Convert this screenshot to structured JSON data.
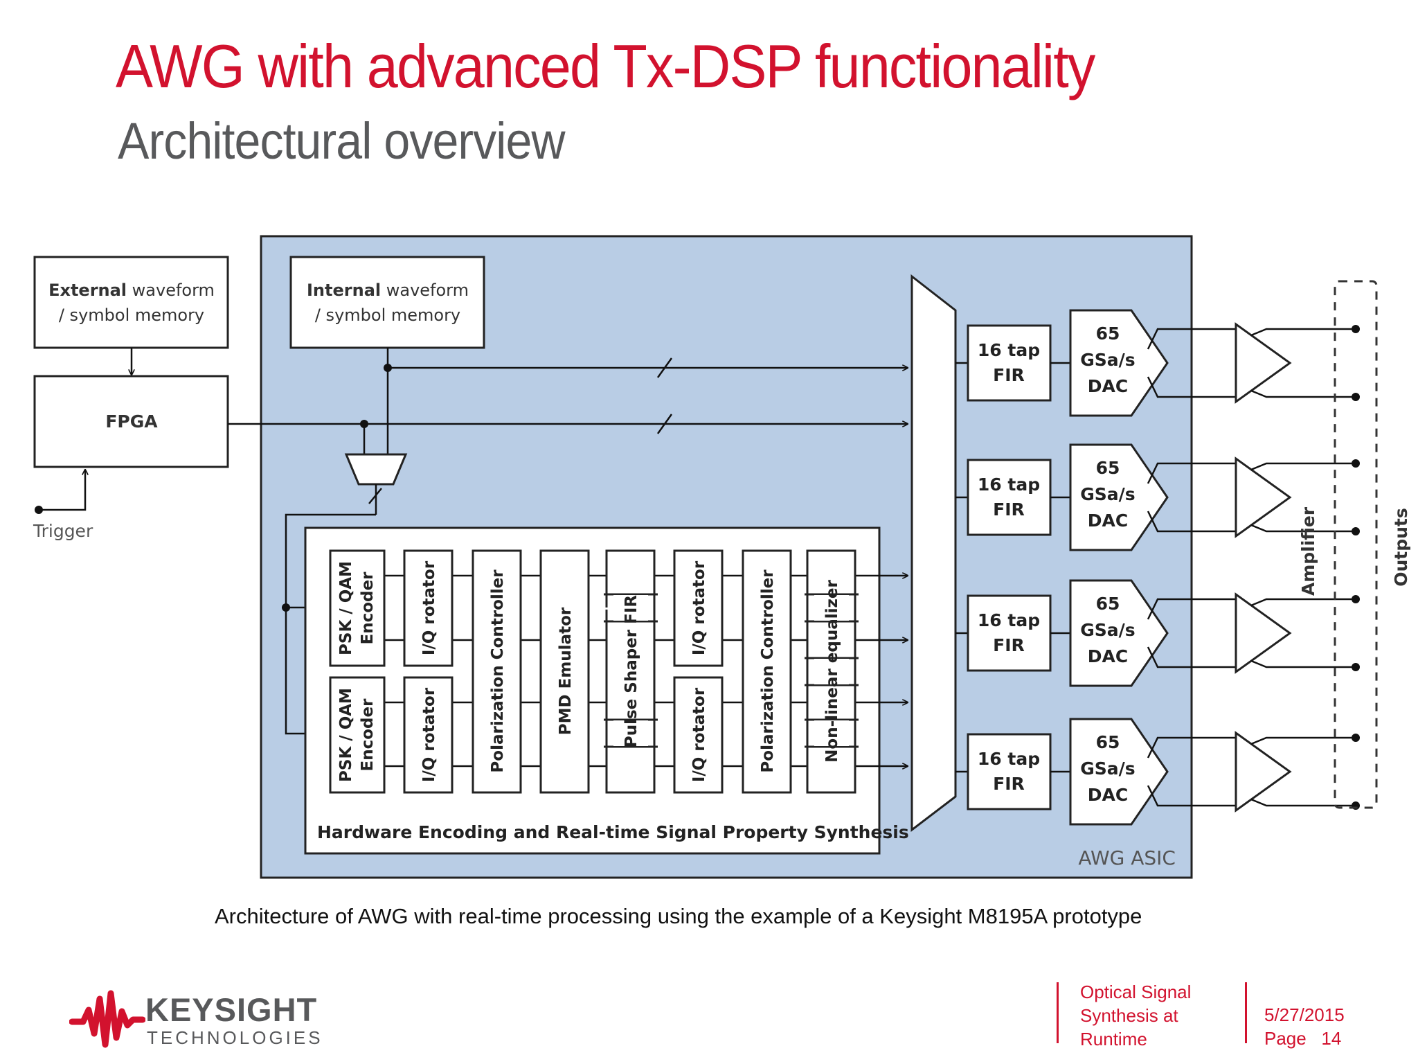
{
  "slide": {
    "title": "AWG with advanced Tx-DSP functionality",
    "subtitle": "Architectural overview",
    "caption": "Architecture of AWG with real-time processing using the example of a Keysight M8195A prototype"
  },
  "diagram": {
    "external_memory": {
      "bold": "External",
      "rest": " waveform",
      "line2": "/ symbol memory"
    },
    "internal_memory": {
      "bold": "Internal",
      "rest": " waveform",
      "line2": "/ symbol memory"
    },
    "fpga": "FPGA",
    "trigger": "Trigger",
    "asic_label": "AWG ASIC",
    "hw_label": "Hardware Encoding and Real-time Signal Property Synthesis",
    "dsp_blocks": {
      "psk_qam_1": "PSK / QAM",
      "encoder_1": "Encoder",
      "psk_qam_2": "PSK / QAM",
      "encoder_2": "Encoder",
      "iq_rotator": "I/Q rotator",
      "polarization_controller": "Polarization Controller",
      "pmd_emulator": "PMD Emulator",
      "pulse_shaper_fir": "Pulse Shaper FIR",
      "nonlinear_equalizer": "Non-linear equalizer"
    },
    "fir": {
      "line1": "16 tap",
      "line2": "FIR"
    },
    "dac": {
      "line1": "65",
      "line2": "GSa/s",
      "line3": "DAC"
    },
    "amplifier": "Amplifier",
    "outputs": "Outputs"
  },
  "logo": {
    "word": "KEYSIGHT",
    "sub": "TECHNOLOGIES"
  },
  "footer": {
    "title_lines": [
      "Optical Signal",
      "Synthesis at",
      "Runtime"
    ],
    "date": "5/27/2015",
    "page_label": "Page",
    "page_number": "14"
  },
  "colors": {
    "accent": "#d2122e",
    "asic_fill": "#b9cde5",
    "text_gray": "#58595b"
  }
}
